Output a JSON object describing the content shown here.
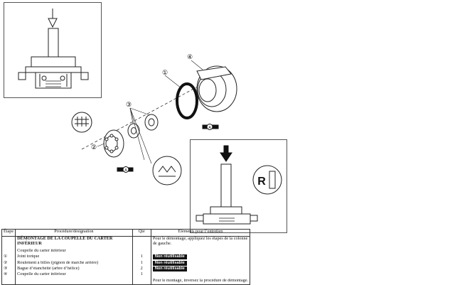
{
  "diagram": {
    "callouts": [
      "①",
      "②",
      "③",
      "④"
    ],
    "part_markers": [
      "A",
      "A"
    ],
    "inset_letter": "R"
  },
  "table": {
    "headers": {
      "step": "Étape",
      "procedure": "Procédure/désignation",
      "qty": "Qté",
      "notes": "Eléments pour l’entretien"
    },
    "section_title": "DÉMONTAGE DE LA COUPELLE DU CARTER INFÉRIEUR",
    "section_subtitle": "Coupelle du carter inférieur",
    "intro_note": "Pour le démontage, appliquez les étapes de la colonne de gauche.",
    "rows": [
      {
        "step": "①",
        "name": "Joint torique",
        "qty": "1",
        "note": "Non réutilisable"
      },
      {
        "step": "②",
        "name": "Roulement à billes (pignon de marche arrière)",
        "qty": "1",
        "note": "Non réutilisable"
      },
      {
        "step": "③",
        "name": "Bague d’étanchéité (arbre d’hélice)",
        "qty": "2",
        "note": "Non réutilisable"
      },
      {
        "step": "④",
        "name": "Coupelle du carter inférieur",
        "qty": "1",
        "note": ""
      }
    ],
    "closing_note": "Pour le montage, inversez la procédure de démontage."
  }
}
